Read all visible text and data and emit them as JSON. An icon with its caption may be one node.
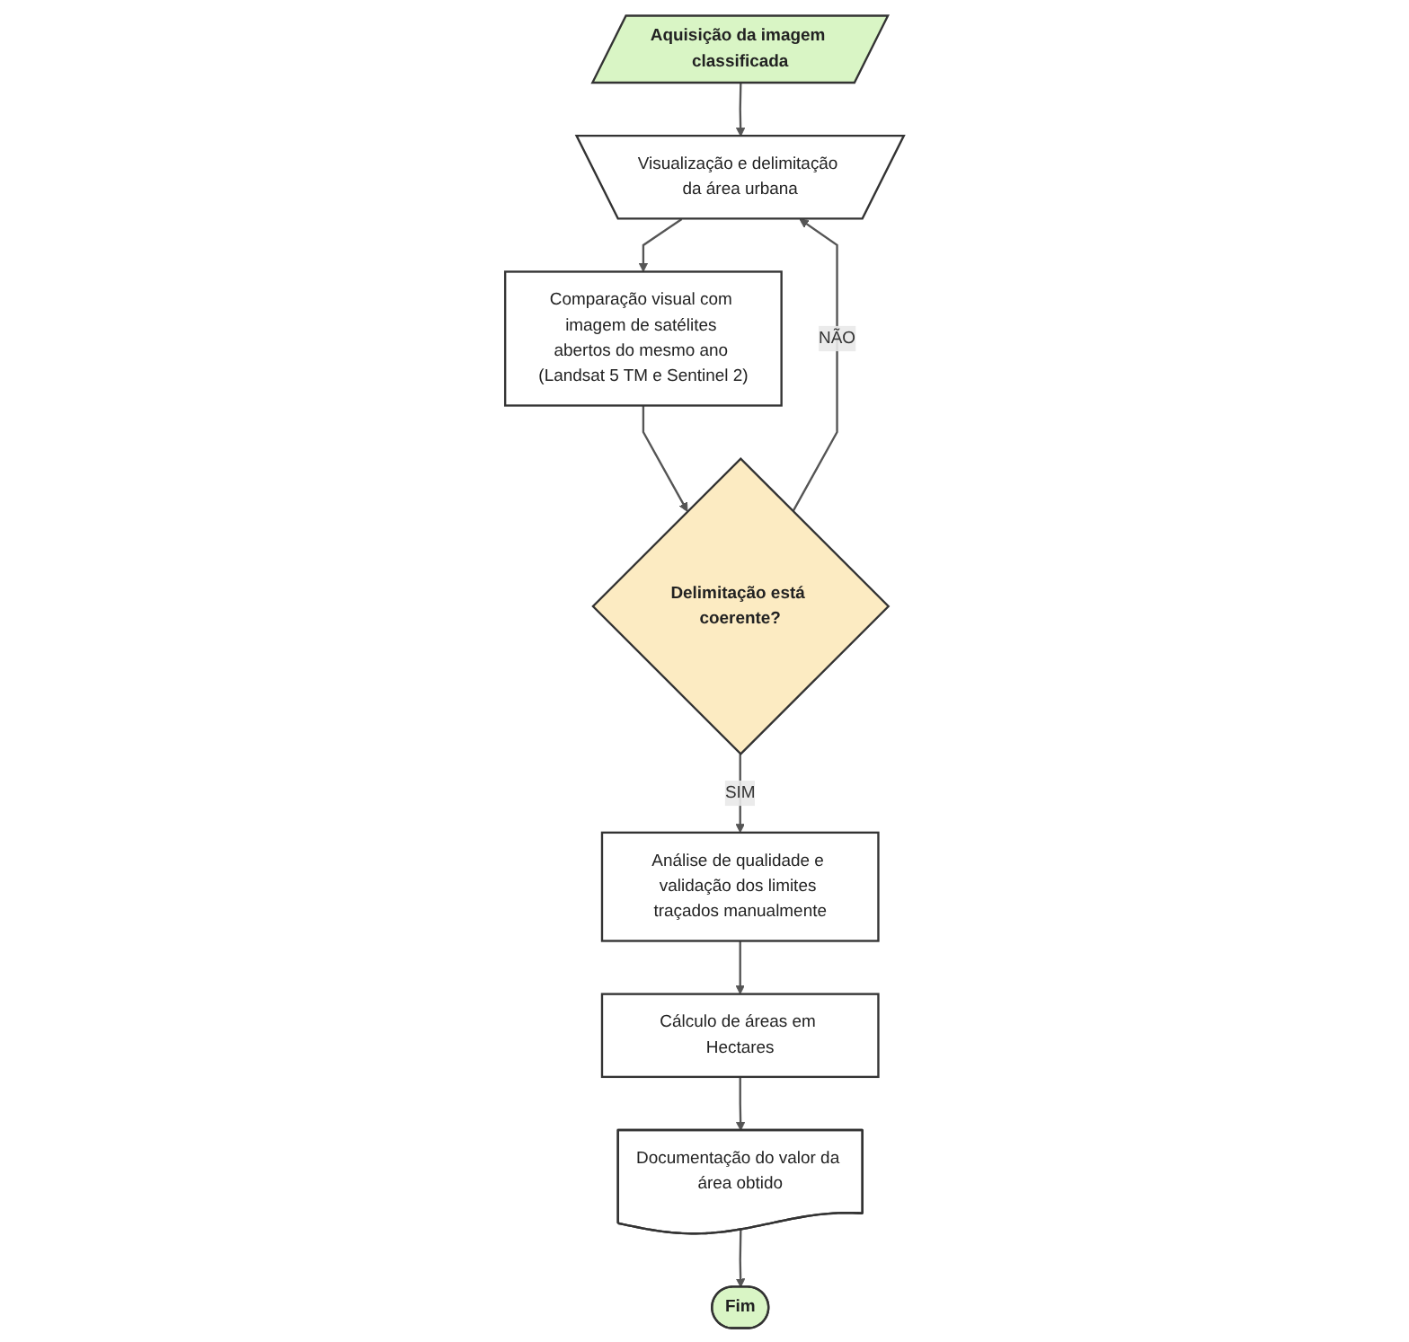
{
  "diagram": {
    "nodes": [
      {
        "text": [
          "Aquisição da imagem classificada"
        ]
      },
      {
        "text": [
          "Visualização e delimitação da área urbana"
        ]
      },
      {
        "text": [
          "Comparação visual com imagem de satélites abertos do mesmo ano (Landsat 5 TM e Sentinel 2)"
        ]
      },
      {
        "text": [
          "Delimitação está coerente?"
        ]
      },
      {
        "text": [
          "Análise de qualidade e validação dos limites traçados manualmente"
        ]
      },
      {
        "text": [
          "Cálculo de áreas em Hectares"
        ]
      },
      {
        "text": [
          "Documentação do valor da área obtido"
        ]
      },
      {
        "text": [
          "Fim"
        ]
      }
    ],
    "edges": [
      {
        "from": 0,
        "to": 1,
        "arrow": "to"
      },
      {
        "from": 1,
        "to": 2,
        "arrow": "to"
      },
      {
        "from": 2,
        "to": 3,
        "arrow": "to"
      },
      {
        "from": 3,
        "to": 1,
        "arrow": "to",
        "label": "NÃO"
      },
      {
        "from": 3,
        "to": 4,
        "arrow": "to",
        "label": "SIM"
      },
      {
        "from": 4,
        "to": 5,
        "arrow": "to"
      },
      {
        "from": 5,
        "to": 6,
        "arrow": "to"
      },
      {
        "from": 6,
        "to": 7,
        "arrow": "to"
      }
    ]
  }
}
